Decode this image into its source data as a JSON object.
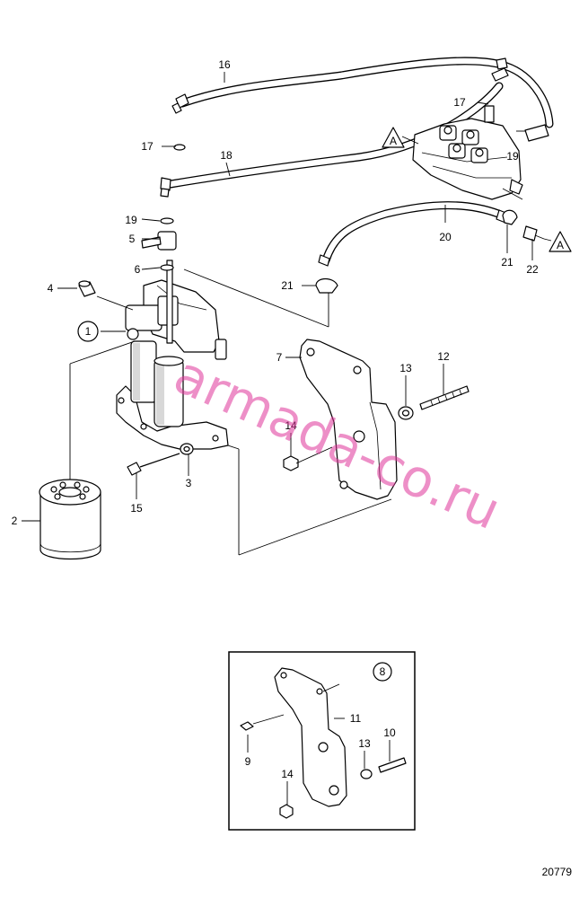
{
  "diagram": {
    "drawing_number": "20779",
    "watermark": "armada-co.ru",
    "callouts": {
      "c1": "1",
      "c2": "2",
      "c3": "3",
      "c4": "4",
      "c5": "5",
      "c6": "6",
      "c7": "7",
      "c8": "8",
      "c9": "9",
      "c10": "10",
      "c11": "11",
      "c12": "12",
      "c13a": "13",
      "c13b": "13",
      "c14a": "14",
      "c14b": "14",
      "c15": "15",
      "c16": "16",
      "c17a": "17",
      "c17b": "17",
      "c18": "18",
      "c19a": "19",
      "c19b": "19",
      "c20": "20",
      "c21a": "21",
      "c21b": "21",
      "c22": "22",
      "refA1": "A",
      "refA2": "A"
    }
  }
}
